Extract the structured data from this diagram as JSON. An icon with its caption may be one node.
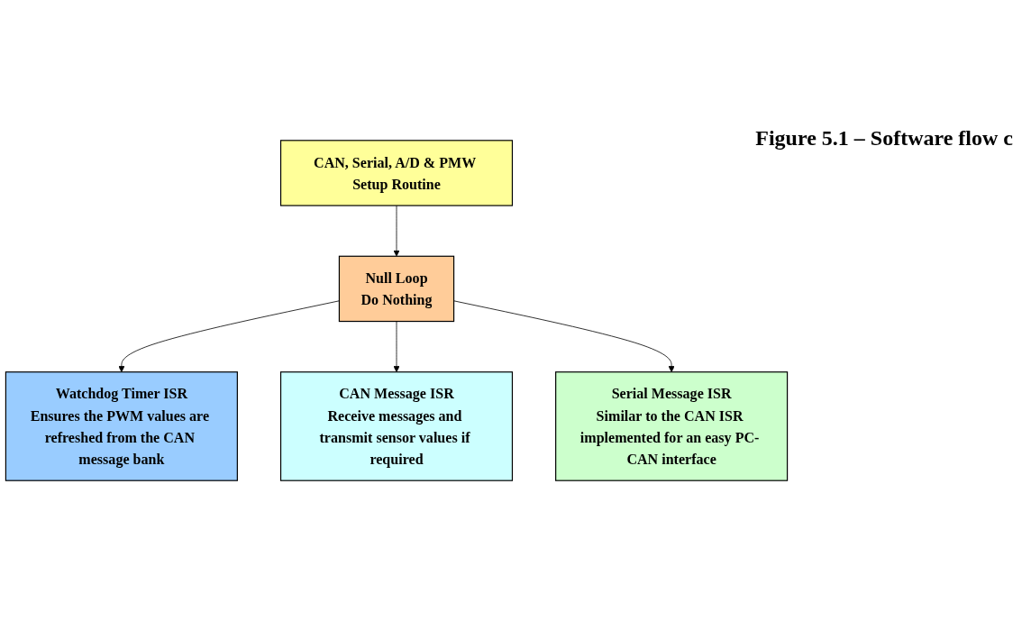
{
  "diagram": {
    "caption": "Figure 5.1 – Software flow c",
    "nodes": [
      {
        "text": [
          "CAN, Serial, A/D & PMW Setup Routine"
        ]
      },
      {
        "text": [
          "Null Loop",
          "Do Nothing"
        ]
      },
      {
        "text": [
          "Watchdog Timer ISR",
          "Ensures the PWM values are refreshed from the CAN message bank"
        ]
      },
      {
        "text": [
          "CAN Message ISR",
          "Receive messages and transmit sensor values if required"
        ]
      },
      {
        "text": [
          "Serial Message ISR",
          "Similar to the CAN ISR implemented for an easy PC- CAN interface"
        ]
      }
    ],
    "edges": [
      {
        "from": 0,
        "to": 1,
        "arrow": "to"
      },
      {
        "from": 1,
        "to": 2,
        "arrow": "to"
      },
      {
        "from": 1,
        "to": 3,
        "arrow": "to"
      },
      {
        "from": 1,
        "to": 4,
        "arrow": "to"
      }
    ]
  }
}
